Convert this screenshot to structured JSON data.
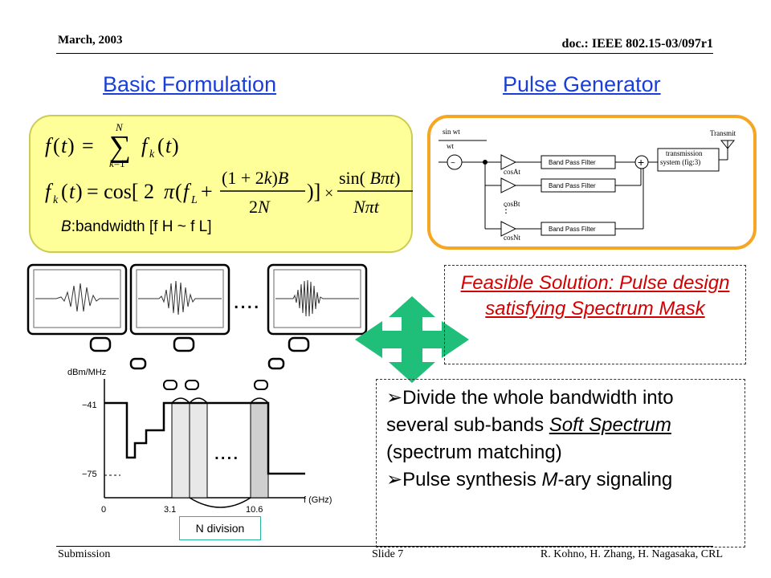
{
  "header": {
    "date": "March, 2003",
    "doc": "doc.: IEEE 802.15-03/097r1"
  },
  "footer": {
    "left": "Submission",
    "middle": "Slide 7",
    "right": "R. Kohno, H. Zhang, H. Nagasaka, CRL"
  },
  "headings": {
    "left": "Basic Formulation",
    "right": "Pulse Generator"
  },
  "formula": {
    "bandwidth_label_var": "B",
    "bandwidth_label_rest": ":bandwidth  [f H  ~ f L]"
  },
  "pulse_generator": {
    "sin": "sin wt",
    "wt": "wt",
    "transmit": "Transmit",
    "bpf": "Band Pass Filter",
    "cos_a": "cosAt",
    "cos_b": "cosBt",
    "cos_n": "cosNt",
    "tx_system_1": "transmission",
    "tx_system_2": "system (fig:3)"
  },
  "monitors_ellipsis": "....",
  "spectrum": {
    "ylabel": "dBm/MHz",
    "y_ticks": [
      "−41",
      "−75"
    ],
    "x_ticks": [
      "0",
      "3.1",
      "10.6"
    ],
    "xlabel": "f  (GHz)",
    "ellipsis": "....",
    "n_division": "N division"
  },
  "feasible": {
    "text": "Feasible Solution: Pulse design satisfying Spectrum Mask"
  },
  "bullets": {
    "b1_a": "Divide the whole bandwidth into several sub-bands ",
    "b1_arrow": "",
    "b1_soft": "Soft Spectrum",
    "b1_b": " (spectrum matching)",
    "b2_a": "Pulse synthesis ",
    "b2_arrow": "",
    "b2_mary": "M",
    "b2_b": "-ary signaling"
  },
  "colors": {
    "heading": "#1a3fd8",
    "formula_bg": "#ffff99",
    "pg_border": "#f5a623",
    "arrow": "#1fbf7a",
    "feasible_text": "#d40000"
  }
}
